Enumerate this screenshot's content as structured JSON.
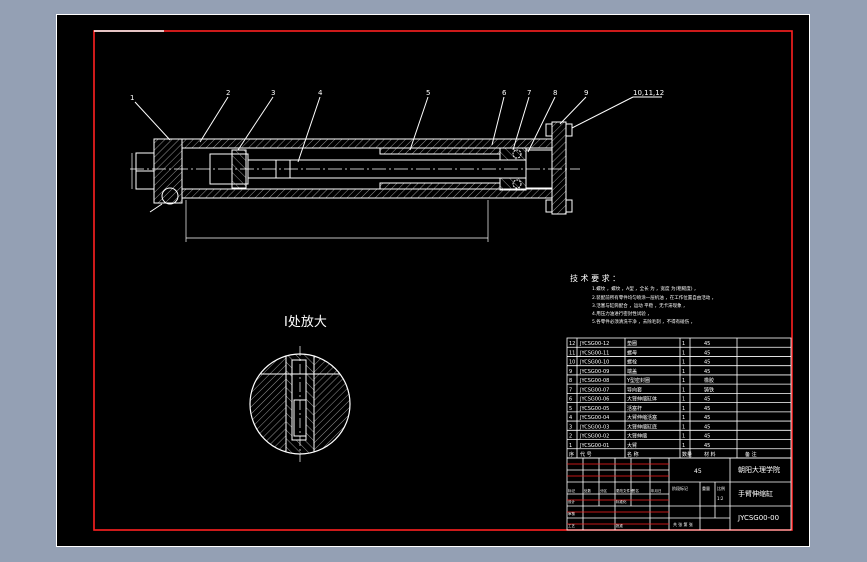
{
  "colors": {
    "background": "#94a0b4",
    "canvas": "#000000",
    "border": "#ff2020",
    "line": "#ffffff",
    "hatch": "#c8c8c8",
    "accent": "#ffd23a"
  },
  "balloons": [
    "1",
    "2",
    "3",
    "4",
    "5",
    "6",
    "7",
    "8",
    "9",
    "10,11,12"
  ],
  "detail_title": "I处放大",
  "tech_title": "技 术 要 求 ：",
  "tech_lines": [
    "1.螺纹 ，螺纹 ，A型 ，全长 为 ，宽度 为(粗糙度) ，",
    "2.装配前所有零件均匀喷涂一层机油 ，在工作位置自由活动 ，",
    "3.活塞与缸筒配合 ，运动 平稳 ，无卡滞现象 ，",
    "4.用压力油进行密封性试验 ，",
    "5.各零件必须清洗干净 ，去除毛刺 ，不得有碰伤 ，"
  ],
  "bom": {
    "rows": [
      {
        "no": "12",
        "code": "JYCSG00-12",
        "name": "垫圈",
        "qty": "1",
        "mat": "45",
        "note": ""
      },
      {
        "no": "11",
        "code": "JYCSG00-11",
        "name": "螺母",
        "qty": "1",
        "mat": "45",
        "note": ""
      },
      {
        "no": "10",
        "code": "JYCSG00-10",
        "name": "螺栓",
        "qty": "1",
        "mat": "45",
        "note": ""
      },
      {
        "no": "9",
        "code": "JYCSG00-09",
        "name": "端盖",
        "qty": "1",
        "mat": "45",
        "note": ""
      },
      {
        "no": "8",
        "code": "JYCSG00-08",
        "name": "Y型密封圈",
        "qty": "1",
        "mat": "橡胶",
        "note": ""
      },
      {
        "no": "7",
        "code": "JYCSG00-07",
        "name": "导向套",
        "qty": "1",
        "mat": "铸铁",
        "note": ""
      },
      {
        "no": "6",
        "code": "JYCSG00-06",
        "name": "大臂伸缩缸体",
        "qty": "1",
        "mat": "45",
        "note": ""
      },
      {
        "no": "5",
        "code": "JYCSG00-05",
        "name": "活塞杆",
        "qty": "1",
        "mat": "45",
        "note": ""
      },
      {
        "no": "4",
        "code": "JYCSG00-04",
        "name": "大臂伸缩活塞",
        "qty": "1",
        "mat": "45",
        "note": ""
      },
      {
        "no": "3",
        "code": "JYCSG00-03",
        "name": "大臂伸缩缸底",
        "qty": "1",
        "mat": "45",
        "note": ""
      },
      {
        "no": "2",
        "code": "JYCSG00-02",
        "name": "大臂伸缩",
        "qty": "1",
        "mat": "45",
        "note": ""
      },
      {
        "no": "1",
        "code": "JYCSG00-01",
        "name": "大臂",
        "qty": "1",
        "mat": "45",
        "note": ""
      }
    ],
    "header": {
      "no": "序",
      "code": "代 号",
      "name": "名 称",
      "qty": "数量",
      "mat": "材 料",
      "note": "备 注"
    }
  },
  "title_block": {
    "material": "45",
    "school": "朝阳大理学院",
    "part_name": "手臂伸缩缸",
    "drawing_no": "JYCSG00-00",
    "stage_label": "阶段标记",
    "weight_label": "重量",
    "scale_label": "比例",
    "scale_value": "1:2",
    "sheet_label": "共 张 第 张",
    "signs": [
      "标记",
      "处数",
      "分区",
      "更改文件号",
      "签名",
      "年月日"
    ],
    "roles": [
      "设计",
      "审核",
      "工艺"
    ],
    "std_label": "标准化",
    "approve_label": "批准"
  }
}
